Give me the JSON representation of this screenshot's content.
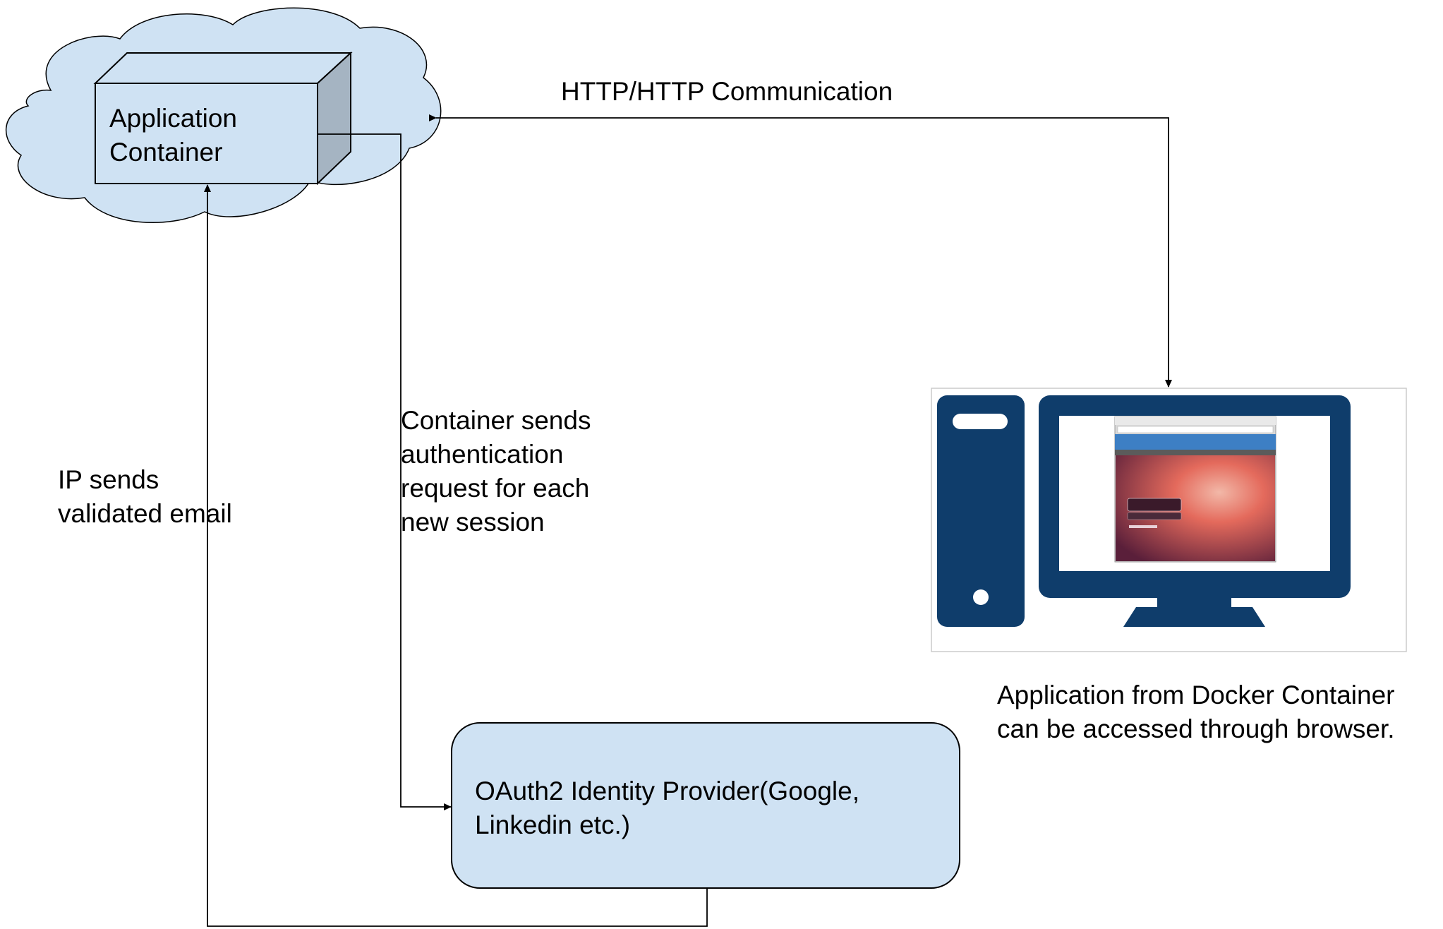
{
  "colors": {
    "shape_fill": "#cfe2f3",
    "cube_side": "#a5b4c2",
    "stroke": "#000000",
    "computer_navy": "#0f3d6b",
    "screen_bezel": "#ffffff",
    "browser_chrome": "#3d7fc4",
    "wallpaper_center": "#e46a5c",
    "wallpaper_edge": "#5a1f3a"
  },
  "nodes": {
    "cloud": {
      "icon": "cloud-shape"
    },
    "container": {
      "line1": "Application",
      "line2": "Container",
      "icon": "cube-shape"
    },
    "provider": {
      "line1": "OAuth2 Identity Provider(Google,",
      "line2": "Linkedin etc.)"
    },
    "computer": {
      "icon": "desktop-computer-icon",
      "screen": "browser-login-screenshot"
    }
  },
  "edges": {
    "http": {
      "label": "HTTP/HTTP Communication"
    },
    "auth_request": {
      "line1": "Container sends",
      "line2": "authentication",
      "line3": "request for each",
      "line4": "new session"
    },
    "validated_email": {
      "line1": "IP sends",
      "line2": "validated email"
    }
  },
  "annotations": {
    "browser_access": {
      "line1": "Application from Docker Container",
      "line2": "can be accessed through browser."
    }
  }
}
